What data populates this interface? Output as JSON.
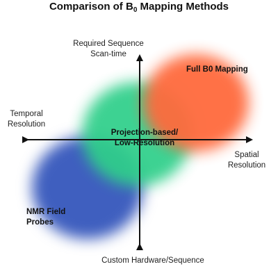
{
  "title": {
    "prefix": "Comparison of B",
    "subscript": "0",
    "suffix": " Mapping Methods"
  },
  "axes": {
    "top": [
      "Required Sequence",
      "Scan-time"
    ],
    "left": [
      "Temporal",
      "Resolution"
    ],
    "right": [
      "Spatial",
      "Resolution"
    ],
    "bottom": "Custom Hardware/Sequence"
  },
  "regions": {
    "full": {
      "label": "Full B0 Mapping",
      "color": "#ff6a3d"
    },
    "projection": {
      "lines": [
        "Projection-based/",
        "Low-Resolution"
      ],
      "color": "#2fcf8a"
    },
    "nmr": {
      "lines": [
        "NMR Field",
        "Probes"
      ],
      "color": "#3f5fbf"
    }
  },
  "colors": {
    "axis": "#111111",
    "background": "#ffffff"
  }
}
